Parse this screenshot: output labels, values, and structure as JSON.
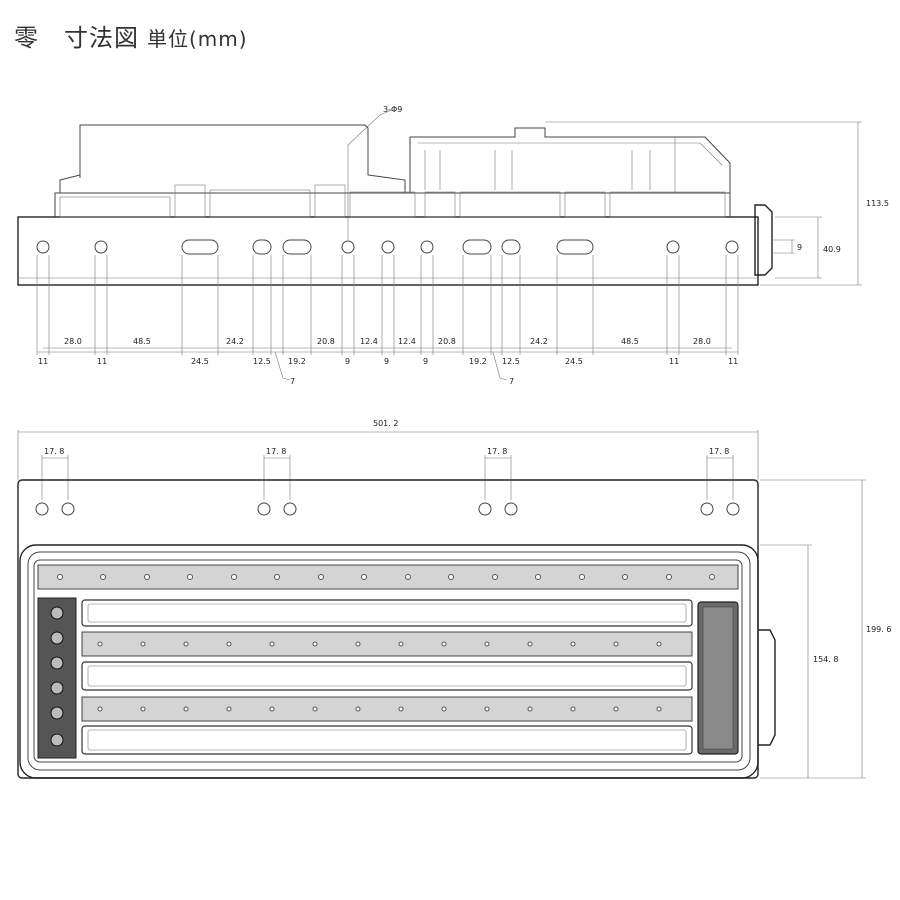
{
  "title": {
    "main": "零　寸法図",
    "unit": "単位(mm)"
  },
  "side_view": {
    "hole_note": "3-Φ9",
    "overall_height": "113.5",
    "mount_height": "40.9",
    "connector_dim": "9",
    "upper_dims": [
      "28.0",
      "48.5",
      "24.2",
      "20.8",
      "12.4",
      "12.4",
      "20.8",
      "24.2",
      "48.5",
      "28.0"
    ],
    "lower_dims": [
      "11",
      "11",
      "24.5",
      "12.5",
      "19.2",
      "9",
      "9",
      "9",
      "19.2",
      "12.5",
      "24.5",
      "11",
      "11"
    ],
    "leader_dims": [
      "7",
      "7"
    ]
  },
  "front_view": {
    "overall_width": "501. 2",
    "hole_pitch": [
      "17. 8",
      "17. 8",
      "17. 8",
      "17. 8"
    ],
    "overall_height": "199. 6",
    "lens_height": "154. 8"
  }
}
